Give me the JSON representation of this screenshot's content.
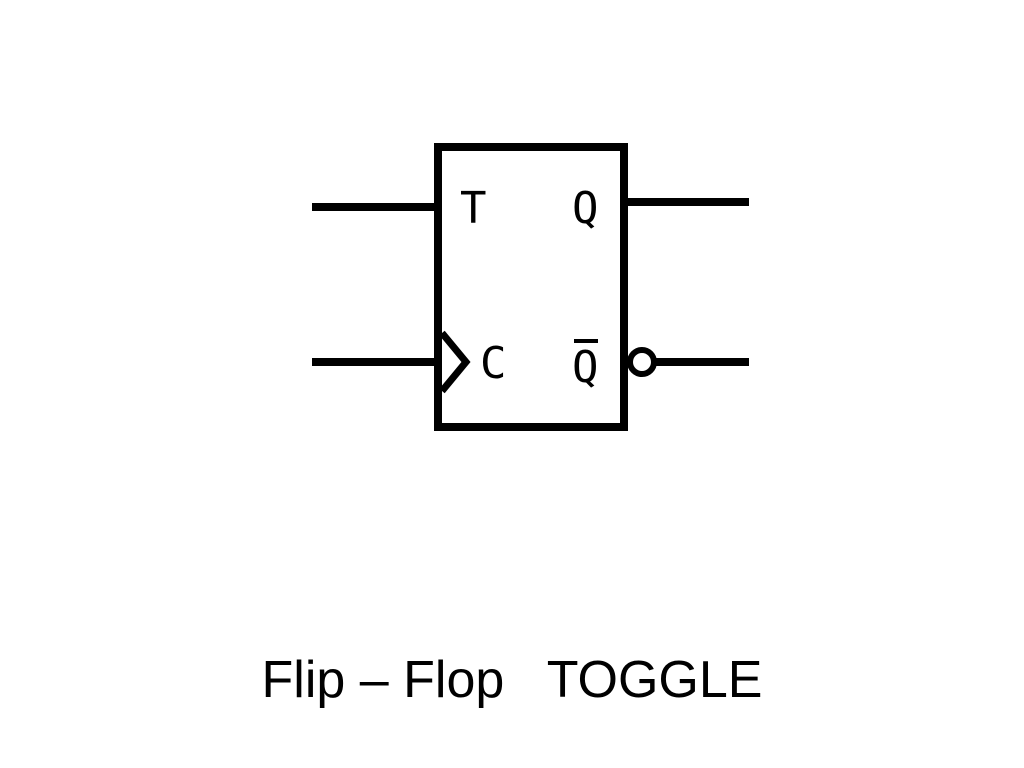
{
  "flip_flop": {
    "inputs": {
      "toggle_label": "T",
      "clock_label": "C"
    },
    "outputs": {
      "q_label": "Q",
      "q_bar_label": "Q"
    }
  },
  "caption": "Flip – Flop   TOGGLE",
  "colors": {
    "line": "#000000",
    "background": "#ffffff"
  }
}
